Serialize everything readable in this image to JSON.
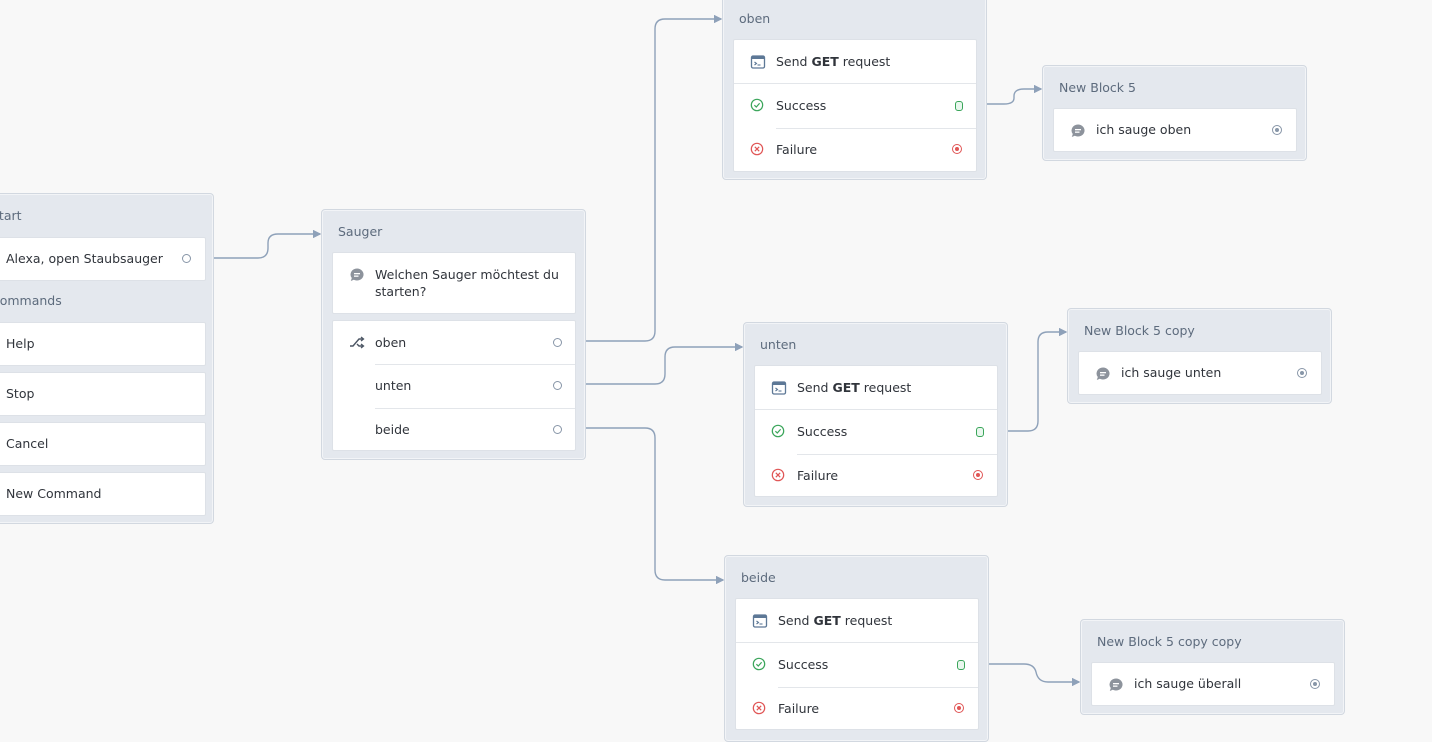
{
  "start_block": {
    "title": "Start",
    "invocation": "Alexa, open Staubsauger",
    "commands_label": "Commands",
    "commands": [
      "Help",
      "Stop",
      "Cancel",
      "New Command"
    ]
  },
  "sauger_block": {
    "title": "Sauger",
    "prompt": "Welchen Sauger möchtest du starten?",
    "choices": [
      "oben",
      "unten",
      "beide"
    ]
  },
  "api_blocks": [
    {
      "title": "oben",
      "request_prefix": "Send",
      "method": "GET",
      "request_suffix": "request",
      "success": "Success",
      "failure": "Failure"
    },
    {
      "title": "unten",
      "request_prefix": "Send",
      "method": "GET",
      "request_suffix": "request",
      "success": "Success",
      "failure": "Failure"
    },
    {
      "title": "beide",
      "request_prefix": "Send",
      "method": "GET",
      "request_suffix": "request",
      "success": "Success",
      "failure": "Failure"
    }
  ],
  "speak_blocks": [
    {
      "title": "New Block 5",
      "text": "ich sauge oben"
    },
    {
      "title": "New Block 5 copy",
      "text": "ich sauge unten"
    },
    {
      "title": "New Block 5 copy copy",
      "text": "ich sauge überall"
    }
  ],
  "colors": {
    "canvas": "#f8f8f8",
    "wire": "#8ea1b9",
    "success": "#3aa55a",
    "failure": "#e05555",
    "block_bg": "#e4e8ee"
  },
  "icons": {
    "speak": "speech-bubble-icon",
    "choice": "shuffle-icon",
    "api": "terminal-window-icon",
    "success": "check-circle-icon",
    "failure": "x-circle-icon"
  }
}
